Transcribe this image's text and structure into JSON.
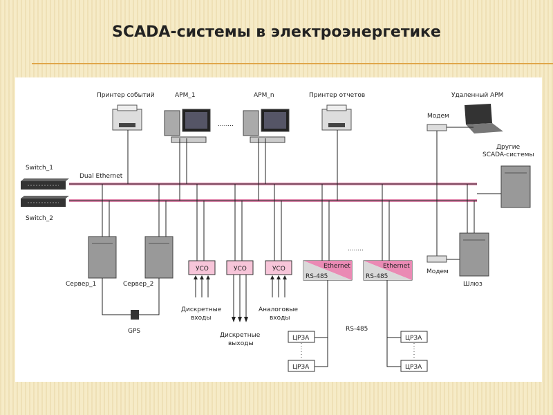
{
  "title": "SCADA-системы в электроэнергетике",
  "labels": {
    "printer_events": "Принтер событий",
    "arm1": "АРМ_1",
    "armn": "АРМ_n",
    "printer_reports": "Принтер отчетов",
    "remote_arm": "Удаленный АРМ",
    "modem_top": "Модем",
    "other_scada_1": "Другие",
    "other_scada_2": "SCADA-системы",
    "switch1": "Switch_1",
    "switch2": "Switch_2",
    "dual_ethernet": "Dual Ethernet",
    "server1": "Сервер_1",
    "server2": "Сервер_2",
    "gps": "GPS",
    "uso1": "УСО",
    "uso2": "УСО",
    "uso3": "УСО",
    "conv1_eth": "Ethernet",
    "conv1_rs": "RS-485",
    "conv2_eth": "Ethernet",
    "conv2_rs": "RS-485",
    "modem_bottom": "Модем",
    "gateway": "Шлюз",
    "discrete_in_1": "Дискретные",
    "discrete_in_2": "входы",
    "discrete_out_1": "Дискретные",
    "discrete_out_2": "выходы",
    "analog_in_1": "Аналоговые",
    "analog_in_2": "входы",
    "rs485_mid": "RS-485",
    "crza1": "ЦРЗА",
    "crza2": "ЦРЗА",
    "crza3": "ЦРЗА",
    "crza4": "ЦРЗА",
    "dots_top": "........",
    "dots_mid": "........"
  }
}
